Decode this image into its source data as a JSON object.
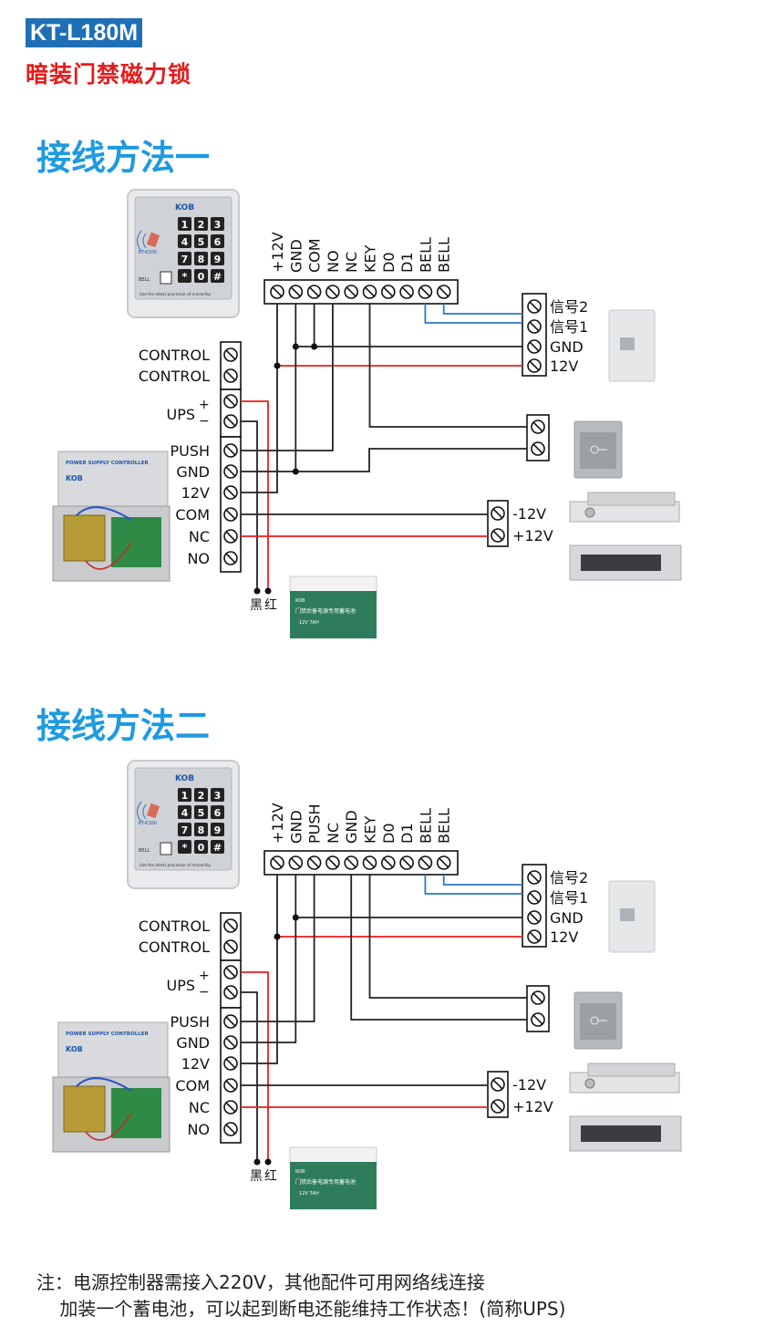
{
  "header": {
    "model": "KT-L180M",
    "product_name": "暗装门禁磁力锁"
  },
  "diagrams": [
    {
      "title": "接线方法一",
      "controller_terminals": [
        "+12V",
        "GND",
        "COM",
        "NO",
        "NC",
        "KEY",
        "D0",
        "D1",
        "BELL",
        "BELL"
      ],
      "power_terminals": [
        "CONTROL",
        "CONTROL",
        "UPS",
        "PUSH",
        "GND",
        "12V",
        "COM",
        "NC",
        "NO"
      ],
      "ups_signs": [
        "+",
        "−"
      ],
      "doorbell_terminals": [
        "信号2",
        "信号1",
        "GND",
        "12V"
      ],
      "lock_terminals": [
        "-12V",
        "+12V"
      ],
      "battery_wires": [
        "黑",
        "红"
      ]
    },
    {
      "title": "接线方法二",
      "controller_terminals": [
        "+12V",
        "GND",
        "PUSH",
        "NC",
        "GND",
        "KEY",
        "D0",
        "D1",
        "BELL",
        "BELL"
      ],
      "power_terminals": [
        "CONTROL",
        "CONTROL",
        "UPS",
        "PUSH",
        "GND",
        "12V",
        "COM",
        "NC",
        "NO"
      ],
      "ups_signs": [
        "+",
        "−"
      ],
      "doorbell_terminals": [
        "信号2",
        "信号1",
        "GND",
        "12V"
      ],
      "lock_terminals": [
        "-12V",
        "+12V"
      ],
      "battery_wires": [
        "黑",
        "红"
      ]
    }
  ],
  "images": {
    "keypad_brand": "KOB",
    "keypad_model": "KT-K100",
    "keypad_keys": [
      "1",
      "2",
      "3",
      "4",
      "5",
      "6",
      "7",
      "8",
      "9",
      "*",
      "0",
      "#"
    ],
    "keypad_bell": "BELL",
    "keypad_footer": "Use the latest processor of microchip",
    "psu_label": "POWER SUPPLY CONTROLLER",
    "psu_brand": "KOB",
    "battery_brand": "KOB",
    "battery_label": "门禁后备电源专用蓄电池",
    "battery_spec": "12V 7AH"
  },
  "colors": {
    "wire_black": "#222222",
    "wire_red": "#ee1c1c",
    "wire_blue": "#2a78c8",
    "title_blue": "#1e9ae0",
    "model_bg": "#1f6fb6",
    "subtitle_red": "#e41c1c"
  },
  "note": {
    "line1": "注：电源控制器需接入220V，其他配件可用网络线连接",
    "line2": "    加装一个蓄电池，可以起到断电还能维持工作状态！(简称UPS)"
  }
}
